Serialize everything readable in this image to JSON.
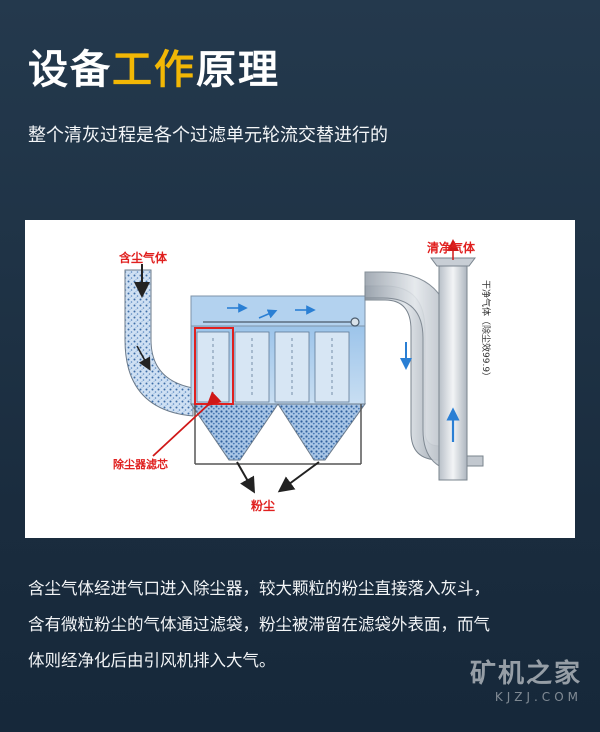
{
  "header": {
    "title_part1": "设备",
    "title_highlight": "工作",
    "title_part2": "原理",
    "subtitle": "整个清灰过程是各个过滤单元轮流交替进行的"
  },
  "diagram": {
    "labels": {
      "inlet": "含尘气体",
      "outlet": "清净气体",
      "clean_gas_note": "干净气体（除尘效99.9）",
      "filter": "除尘器滤芯",
      "dust": "粉尘"
    }
  },
  "description": {
    "lines": [
      "含尘气体经进气口进入除尘器，较大颗粒的粉尘直接落入灰斗，",
      "含有微粒粉尘的气体通过滤袋，粉尘被滞留在滤袋外表面，而气",
      "体则经净化后由引风机排入大气。"
    ]
  },
  "watermark": {
    "name": "矿机之家",
    "url": "KJZJ.COM"
  },
  "colors": {
    "background": "#1f3346",
    "accent": "#f2b705",
    "label_red": "#e0201f",
    "flow_blue": "#2a7fd4"
  }
}
